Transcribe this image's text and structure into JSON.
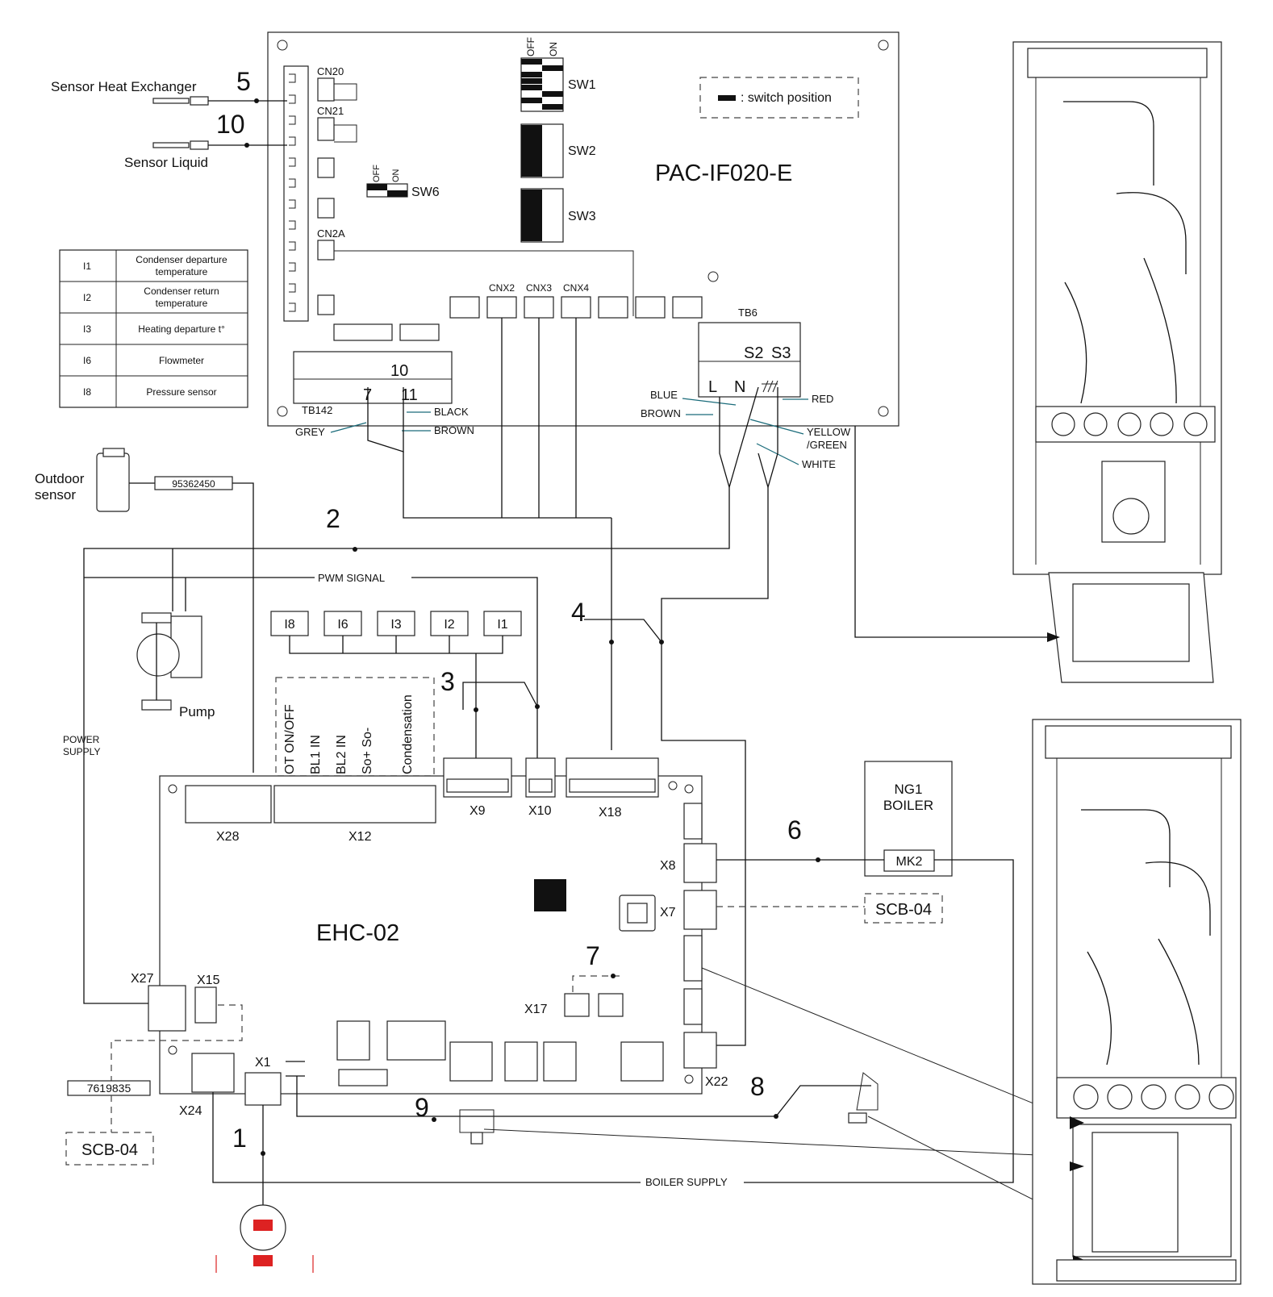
{
  "pac_board": {
    "title": "PAC-IF020-E",
    "cn20": "CN20",
    "cn21": "CN21",
    "cn2a": "CN2A",
    "sw1": "SW1",
    "sw2": "SW2",
    "sw3": "SW3",
    "sw6": "SW6",
    "off": "OFF",
    "on": "ON",
    "cnx2": "CNX2",
    "cnx3": "CNX3",
    "cnx4": "CNX4",
    "tb6": "TB6",
    "tb142": "TB142",
    "tb142_num10": "10",
    "tb142_num7": "7",
    "tb142_num11": "11",
    "tb6_s2": "S2",
    "tb6_s3": "S3",
    "tb6_l": "L",
    "tb6_n": "N",
    "legend_text": ": switch position"
  },
  "sensors": {
    "heat_exchanger": "Sensor Heat Exchanger",
    "liquid": "Sensor Liquid",
    "outdoor_line1": "Outdoor",
    "outdoor_line2": "sensor",
    "outdoor_part": "95362450"
  },
  "cable_numbers": {
    "n1": "1",
    "n2": "2",
    "n3": "3",
    "n4": "4",
    "n5": "5",
    "n6": "6",
    "n7": "7",
    "n8": "8",
    "n9": "9",
    "n10": "10"
  },
  "wire_colors": {
    "grey": "GREY",
    "black": "BLACK",
    "brown_left": "BROWN",
    "blue": "BLUE",
    "brown_right": "BROWN",
    "red": "RED",
    "yellow_green_1": "YELLOW",
    "yellow_green_2": "/GREEN",
    "white": "WHITE"
  },
  "sensor_table": [
    {
      "code": "I1",
      "desc1": "Condenser departure",
      "desc2": "temperature"
    },
    {
      "code": "I2",
      "desc1": "Condenser return",
      "desc2": "temperature"
    },
    {
      "code": "I3",
      "desc1": "Heating departure t°",
      "desc2": ""
    },
    {
      "code": "I6",
      "desc1": "Flowmeter",
      "desc2": ""
    },
    {
      "code": "I8",
      "desc1": "Pressure sensor",
      "desc2": ""
    }
  ],
  "inputs": [
    "I8",
    "I6",
    "I3",
    "I2",
    "I1"
  ],
  "x12_labels": [
    "OT ON/OFF",
    "BL1 IN",
    "BL2 IN",
    "So+ So-",
    "Condensation"
  ],
  "ehc_board": {
    "title": "EHC-02",
    "x28": "X28",
    "x12": "X12",
    "x9": "X9",
    "x10": "X10",
    "x18": "X18",
    "x8": "X8",
    "x7": "X7",
    "x17": "X17",
    "x27": "X27",
    "x15": "X15",
    "x1": "X1",
    "x24": "X24",
    "x22": "X22"
  },
  "labels": {
    "pwm_signal": "PWM SIGNAL",
    "power_supply_1": "POWER",
    "power_supply_2": "SUPPLY",
    "pump": "Pump",
    "boiler_supply": "BOILER SUPPLY",
    "ng1_line1": "NG1",
    "ng1_line2": "BOILER",
    "mk2": "MK2",
    "scb04_right": "SCB-04",
    "scb04_left": "SCB-04",
    "part_7619835": "7619835"
  }
}
